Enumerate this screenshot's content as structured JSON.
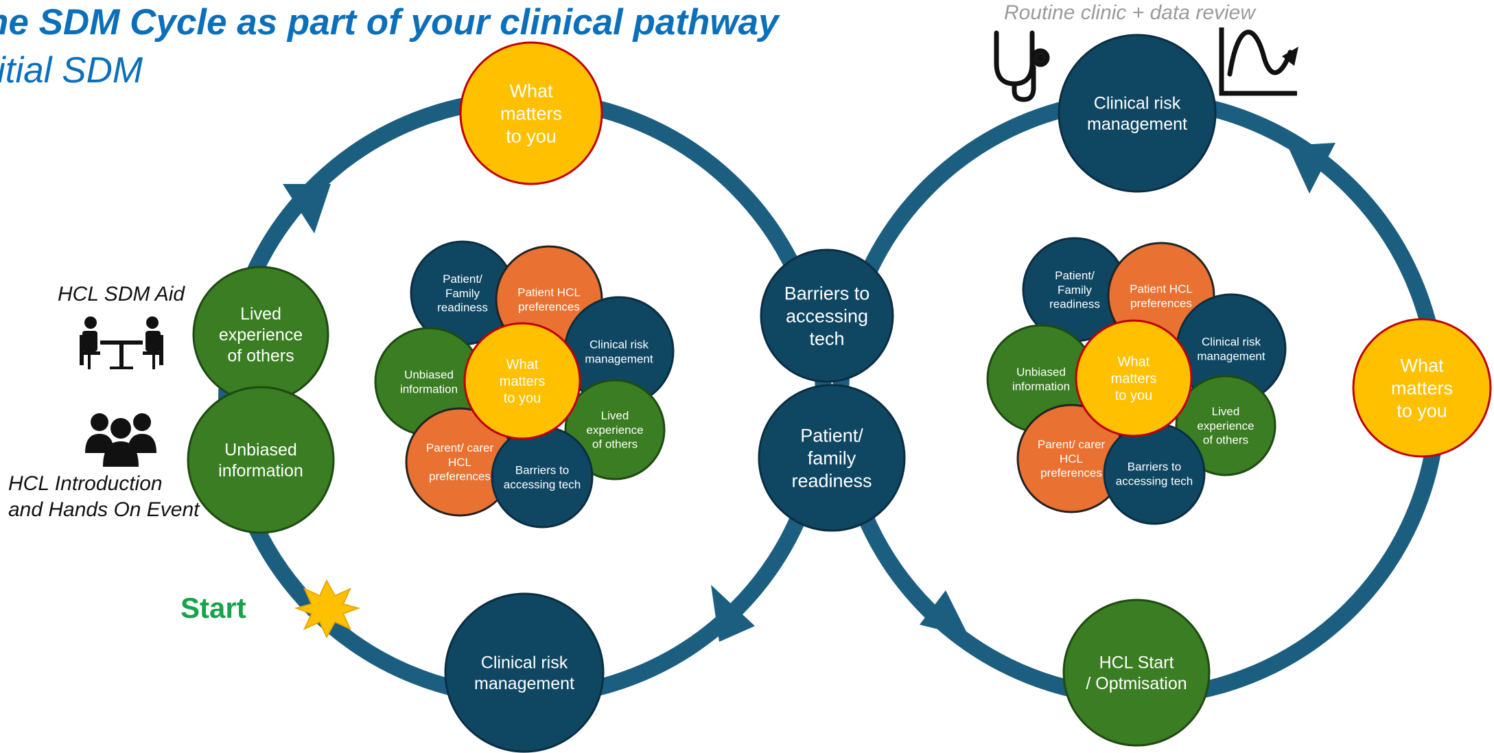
{
  "header": {
    "title": "he SDM Cycle as part of your clinical pathway",
    "subtitle": "itial SDM",
    "top_note": "Routine clinic + data review"
  },
  "side_labels": {
    "sdm_aid": "HCL SDM Aid",
    "intro_line1": "HCL Introduction",
    "intro_line2": "and Hands On Event",
    "start": "Start"
  },
  "colors": {
    "navy": "#0f4763",
    "ring": "#1b5e80",
    "yellow": "#ffc000",
    "green": "#3a7d22",
    "orange": "#e97132"
  },
  "icons": {
    "meeting": "meeting-table-icon",
    "group": "people-group-icon",
    "stethoscope": "stethoscope-icon",
    "trend": "trend-chart-icon",
    "star": "start-star-icon"
  },
  "left_cycle": {
    "what_matters": [
      "What",
      "matters",
      "to you"
    ],
    "lived_experience": [
      "Lived",
      "experience",
      "of others"
    ],
    "unbiased": [
      "Unbiased",
      "information"
    ],
    "clinical_risk": [
      "Clinical risk",
      "management"
    ]
  },
  "middle": {
    "barriers": [
      "Barriers to",
      "accessing",
      "tech"
    ],
    "readiness": [
      "Patient/",
      "family",
      "readiness"
    ]
  },
  "right_cycle": {
    "clinical_risk": [
      "Clinical risk",
      "management"
    ],
    "what_matters": [
      "What",
      "matters",
      "to you"
    ],
    "hcl_start": [
      "HCL Start",
      "/ Optmisation"
    ]
  },
  "flower_left": {
    "readiness": [
      "Patient/",
      "Family",
      "readiness"
    ],
    "patient_prefs": [
      "Patient HCL",
      "preferences"
    ],
    "clinical_risk": [
      "Clinical risk",
      "management"
    ],
    "unbiased": [
      "Unbiased",
      "information"
    ],
    "lived": [
      "Lived",
      "experience",
      "of others"
    ],
    "parent_prefs": [
      "Parent/ carer",
      "HCL",
      "preferences"
    ],
    "barriers": [
      "Barriers to",
      "accessing tech"
    ],
    "center": [
      "What",
      "matters",
      "to you"
    ]
  },
  "flower_right": {
    "readiness": [
      "Patient/",
      "Family",
      "readiness"
    ],
    "patient_prefs": [
      "Patient HCL",
      "preferences"
    ],
    "clinical_risk": [
      "Clinical risk",
      "management"
    ],
    "unbiased": [
      "Unbiased",
      "information"
    ],
    "lived": [
      "Lived",
      "experience",
      "of others"
    ],
    "parent_prefs": [
      "Parent/ carer",
      "HCL",
      "preferences"
    ],
    "barriers": [
      "Barriers to",
      "accessing tech"
    ],
    "center": [
      "What",
      "matters",
      "to you"
    ]
  }
}
